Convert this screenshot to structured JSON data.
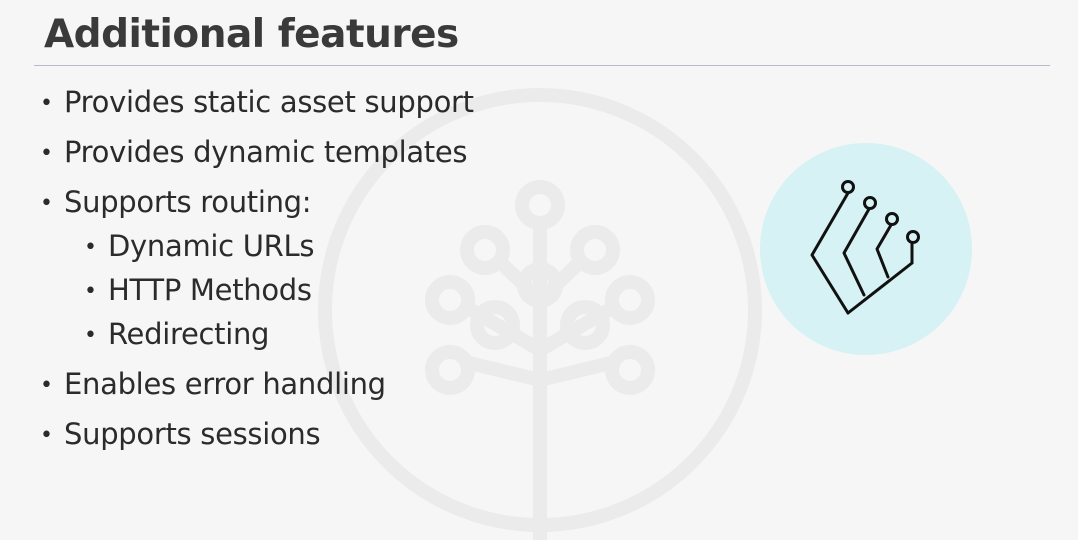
{
  "slide": {
    "title": "Additional features",
    "bullets": [
      "Provides static asset support",
      "Provides dynamic templates",
      "Supports routing:"
    ],
    "routing_sub_bullets": [
      "Dynamic URLs",
      "HTTP Methods",
      "Redirecting"
    ],
    "more_bullets": [
      "Enables error handling",
      "Supports sessions"
    ],
    "bullet_glyph": "•"
  },
  "icons": {
    "feature_icon": "circuit-branches-icon",
    "watermark": "tree-network-watermark-icon"
  },
  "colors": {
    "background": "#f6f6f6",
    "text": "#2b2b2b",
    "rule": "#b9b9cc",
    "icon_circle": "#d6f2f4",
    "watermark": "#ececec"
  }
}
